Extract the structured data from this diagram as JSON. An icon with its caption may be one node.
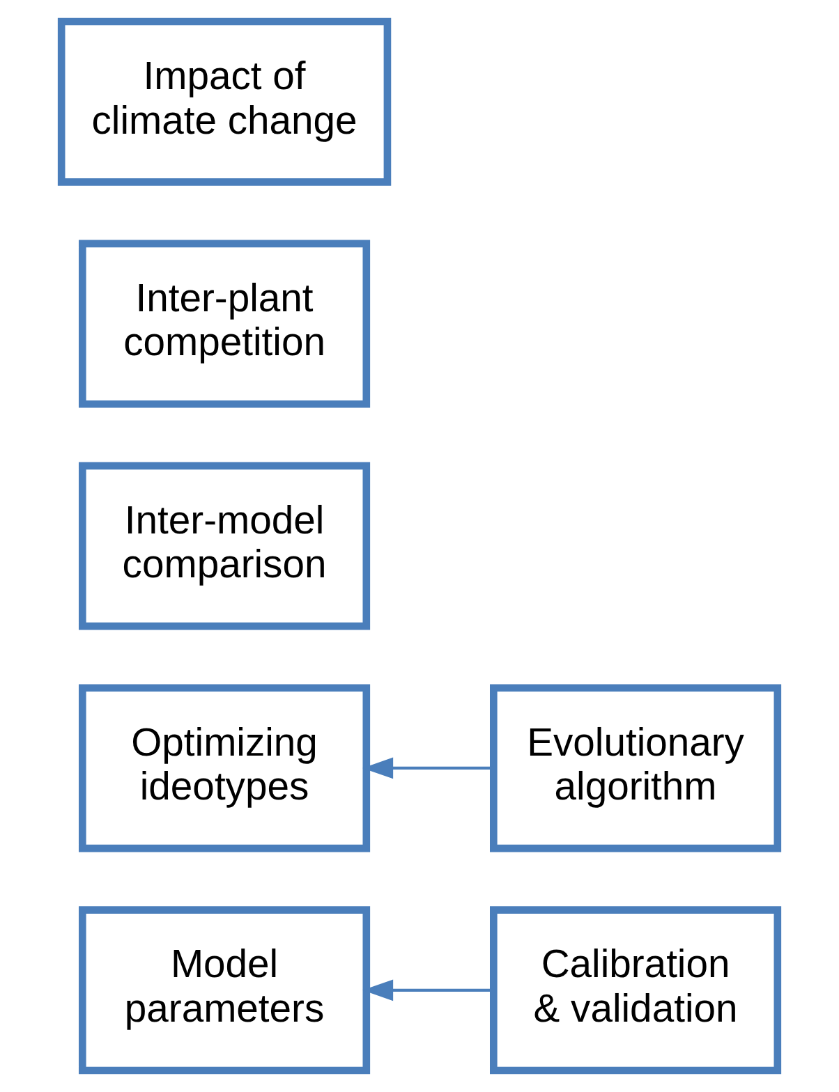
{
  "diagram": {
    "nodes": [
      {
        "text": [
          "Model parameters"
        ]
      },
      {
        "text": [
          "Optimizing ideotypes"
        ]
      },
      {
        "text": [
          "Inter-model comparison"
        ]
      },
      {
        "text": [
          "Inter-plant competition"
        ]
      },
      {
        "text": [
          "Impact of climate change"
        ]
      },
      {
        "text": [
          "Calibration & validation"
        ]
      },
      {
        "text": [
          "Evolutionary algorithm"
        ]
      }
    ],
    "edges": [
      {
        "from": 5,
        "to": 0,
        "arrow": "to"
      },
      {
        "from": 6,
        "to": 1,
        "arrow": "to"
      }
    ]
  }
}
